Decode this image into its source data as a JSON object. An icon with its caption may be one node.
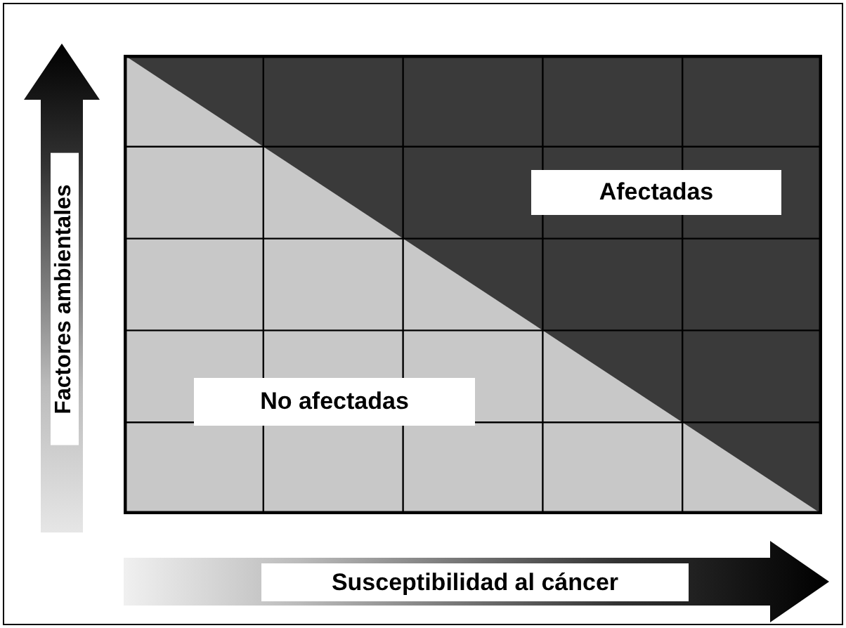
{
  "diagram": {
    "nodes": [
      {
        "text": [
          "Afectadas"
        ]
      },
      {
        "text": [
          "No afectadas"
        ]
      }
    ],
    "labels": [
      "Factores ambientales",
      "Susceptibilidad al cáncer"
    ]
  }
}
